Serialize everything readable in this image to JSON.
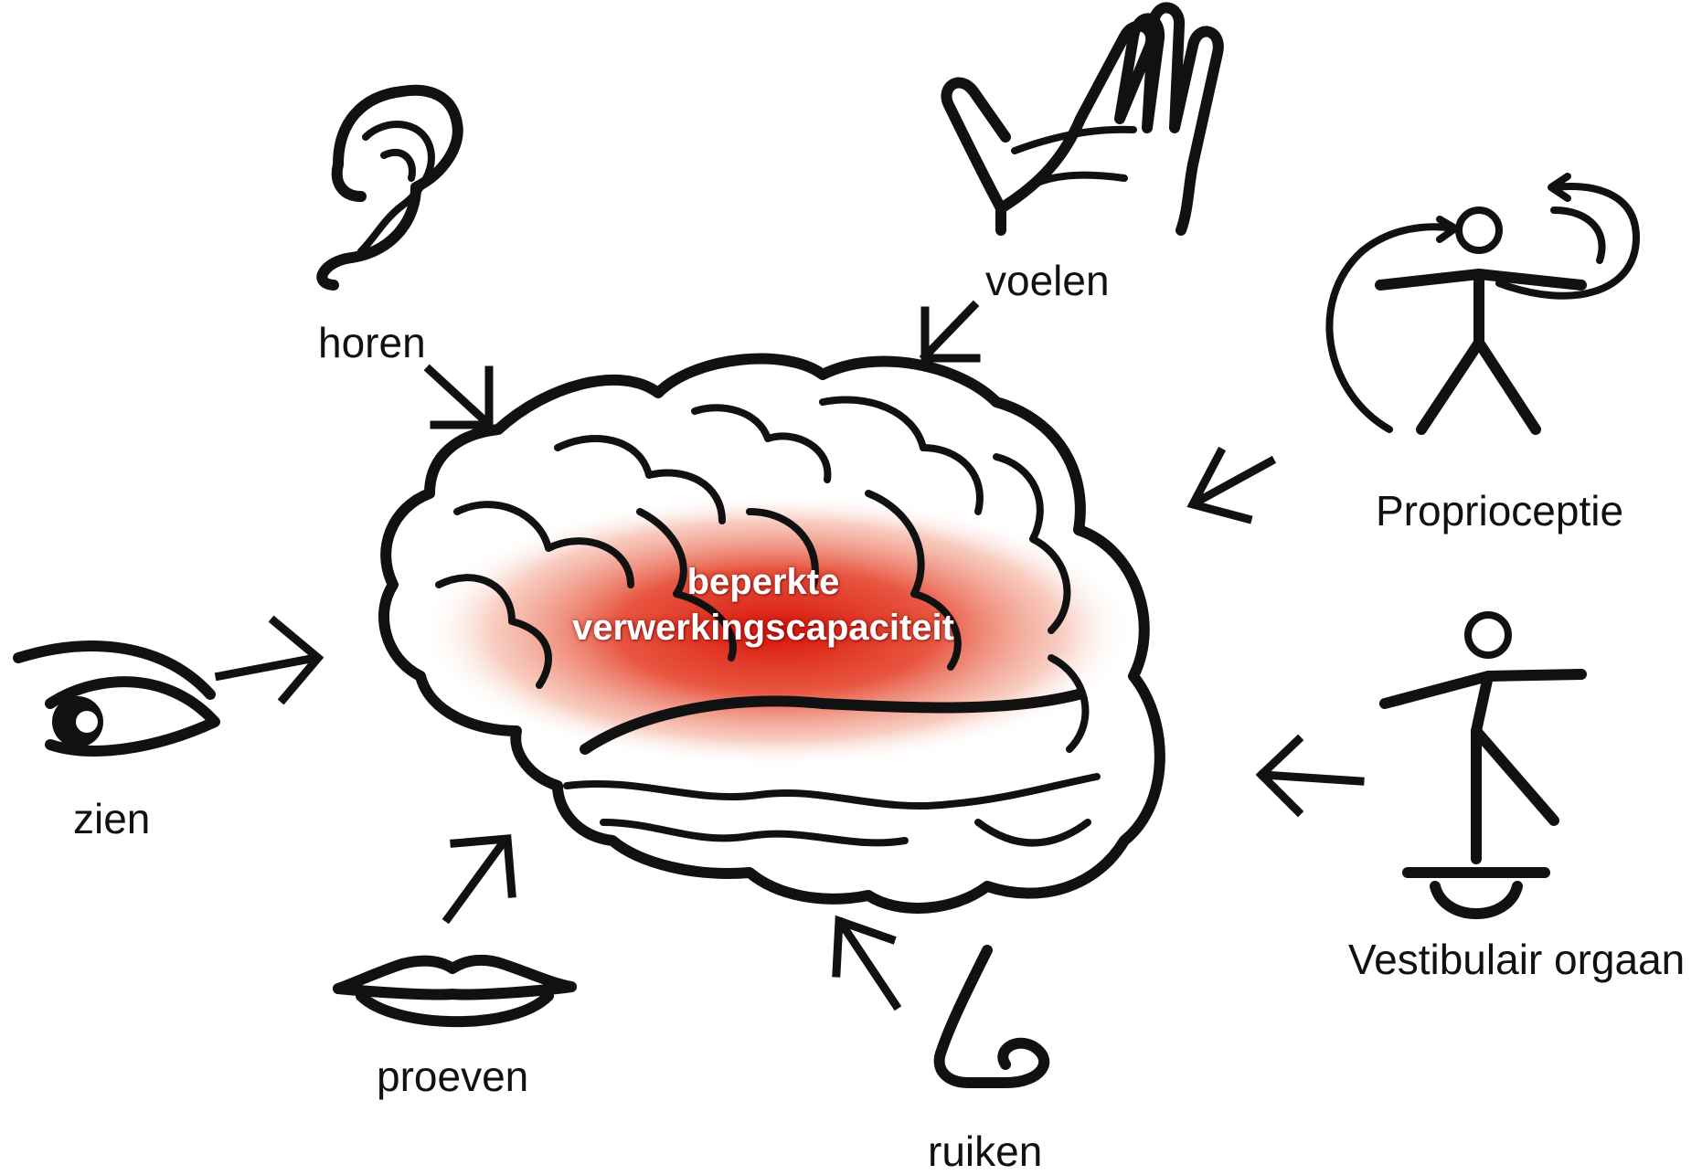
{
  "center_label": {
    "line1": "beperkte",
    "line2": "verwerkingscapaciteit"
  },
  "senses": {
    "horen": "horen",
    "voelen": "voelen",
    "proprioceptie": "Proprioceptie",
    "zien": "zien",
    "vestibulair": "Vestibulair orgaan",
    "proeven": "proeven",
    "ruiken": "ruiken"
  },
  "icons": [
    "ear-icon",
    "hand-icon",
    "proprioception-icon",
    "eye-icon",
    "balance-icon",
    "mouth-icon",
    "nose-icon",
    "brain-icon"
  ],
  "colors": {
    "highlight": "#e02010",
    "line": "#111111"
  }
}
